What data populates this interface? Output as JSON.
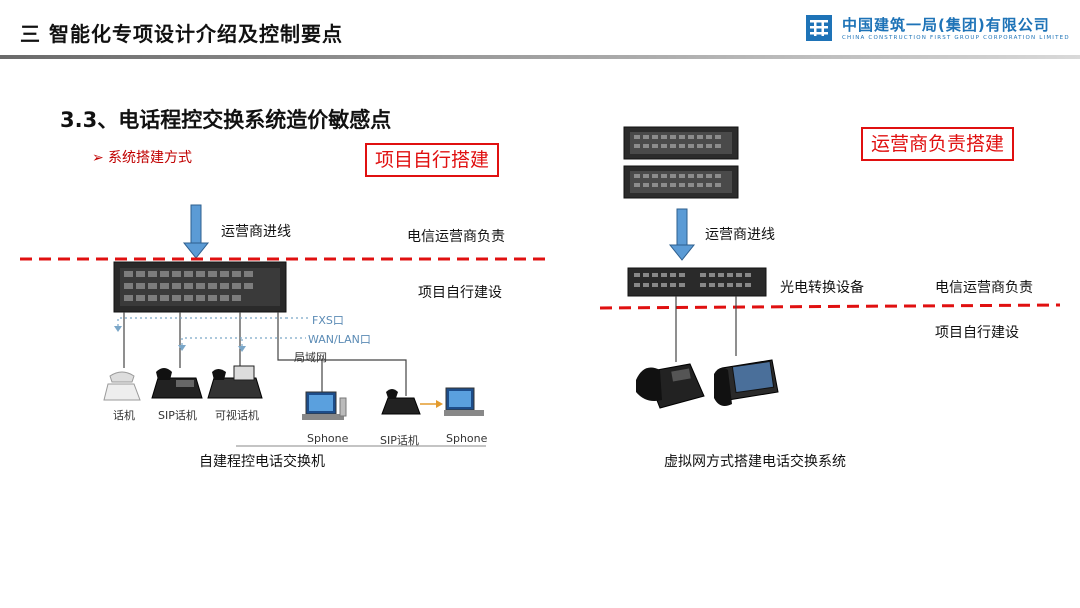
{
  "header": {
    "title": "三  智能化专项设计介绍及控制要点",
    "company_name": "中国建筑一局(集团)有限公司",
    "company_en": "CHINA CONSTRUCTION FIRST GROUP CORPORATION LIMITED"
  },
  "section": {
    "title": "3.3、电话程控交换系统造价敏感点",
    "bullet": "系统搭建方式"
  },
  "left": {
    "box_label": "项目自行搭建",
    "incoming_line": "运营商进线",
    "telecom_label": "电信运营商负责",
    "project_label": "项目自行建设",
    "fxs_label": "FXS口",
    "wan_label": "WAN/LAN口",
    "lan_label": "局域网",
    "device_labels": [
      "话机",
      "SIP话机",
      "可视话机",
      "Sphone",
      "SIP话机",
      "Sphone"
    ],
    "caption": "自建程控电话交换机"
  },
  "right": {
    "box_label": "运营商负责搭建",
    "incoming_line": "运营商进线",
    "converter_label": "光电转换设备",
    "telecom_label": "电信运营商负责",
    "project_label": "项目自行建设",
    "caption": "虚拟网方式搭建电话交换系统"
  },
  "colors": {
    "accent_red": "#e01010",
    "bullet_red": "#c00000",
    "logo_blue": "#1e73b7",
    "arrow_blue": "#5b9bd5"
  }
}
